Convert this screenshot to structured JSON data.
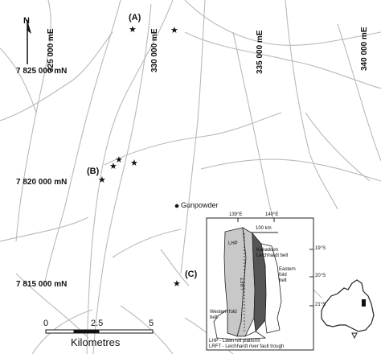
{
  "north_arrow": {
    "label": "N",
    "icon": "north-arrow-icon"
  },
  "grid": {
    "eastings": [
      "325 000 mE",
      "330 000 mE",
      "335 000 mE",
      "340 000 mE"
    ],
    "northings": [
      "7 825 000 mN",
      "7 820 000 mN",
      "7 815 000 mN"
    ]
  },
  "sites": [
    "(A)",
    "(B)",
    "(C)"
  ],
  "town": "Gunpowder",
  "scale_bar": {
    "ticks": [
      "0",
      "2.5",
      "5"
    ],
    "unit": "Kilometres"
  },
  "inset": {
    "lon_labels": [
      "139°E",
      "140°E"
    ],
    "lat_labels": [
      "19°S",
      "20°S",
      "21°S"
    ],
    "scale": "100 km",
    "zone_labels": {
      "lhp": "LHP",
      "kakadoon": "Kakadoon",
      "leichhardt": "Leichhardt belt",
      "eastern_1": "Eastern",
      "eastern_2": "fold",
      "eastern_3": "belt",
      "western_1": "Western fold",
      "western_2": "belt",
      "lrft": "LRFT"
    },
    "legend": [
      "LHP - Lawn hill platform",
      "LRFT - Leichhardt river fault trough"
    ],
    "colors": {
      "lhp": "#c8c8c8",
      "leichhardt": "#555555",
      "outline": "#222222"
    }
  },
  "australia_icon": "australia-map-icon"
}
